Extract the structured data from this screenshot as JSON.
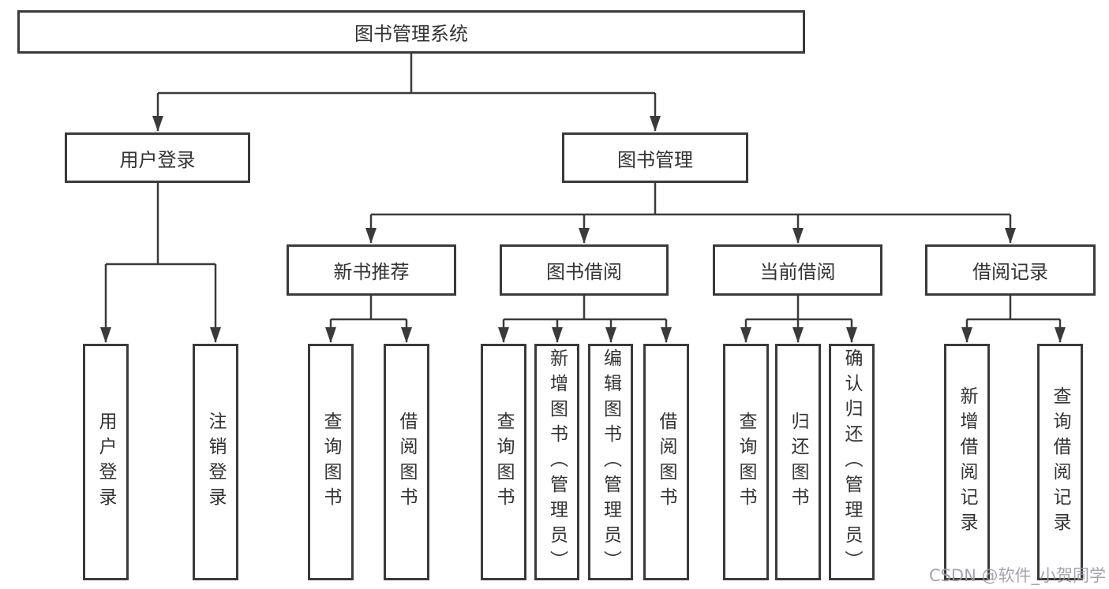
{
  "tree": {
    "label": "图书管理系统",
    "children": [
      {
        "label": "用户登录",
        "children": [
          {
            "label": "用户登录"
          },
          {
            "label": "注销登录"
          }
        ]
      },
      {
        "label": "图书管理",
        "children": [
          {
            "label": "新书推荐",
            "children": [
              {
                "label": "查询图书"
              },
              {
                "label": "借阅图书"
              }
            ]
          },
          {
            "label": "图书借阅",
            "children": [
              {
                "label": "查询图书"
              },
              {
                "label": "新增图书（管理员）"
              },
              {
                "label": "编辑图书（管理员）"
              },
              {
                "label": "借阅图书"
              }
            ]
          },
          {
            "label": "当前借阅",
            "children": [
              {
                "label": "查询图书"
              },
              {
                "label": "归还图书"
              },
              {
                "label": "确认归还（管理员）"
              }
            ]
          },
          {
            "label": "借阅记录",
            "children": [
              {
                "label": "新增借阅记录"
              },
              {
                "label": "查询借阅记录"
              }
            ]
          }
        ]
      }
    ]
  },
  "watermark": "CSDN @软件_小贺同学",
  "colors": {
    "line": "#3a3a3a",
    "text": "#333333",
    "background": "#ffffff",
    "watermark": "#9b9ba3"
  }
}
